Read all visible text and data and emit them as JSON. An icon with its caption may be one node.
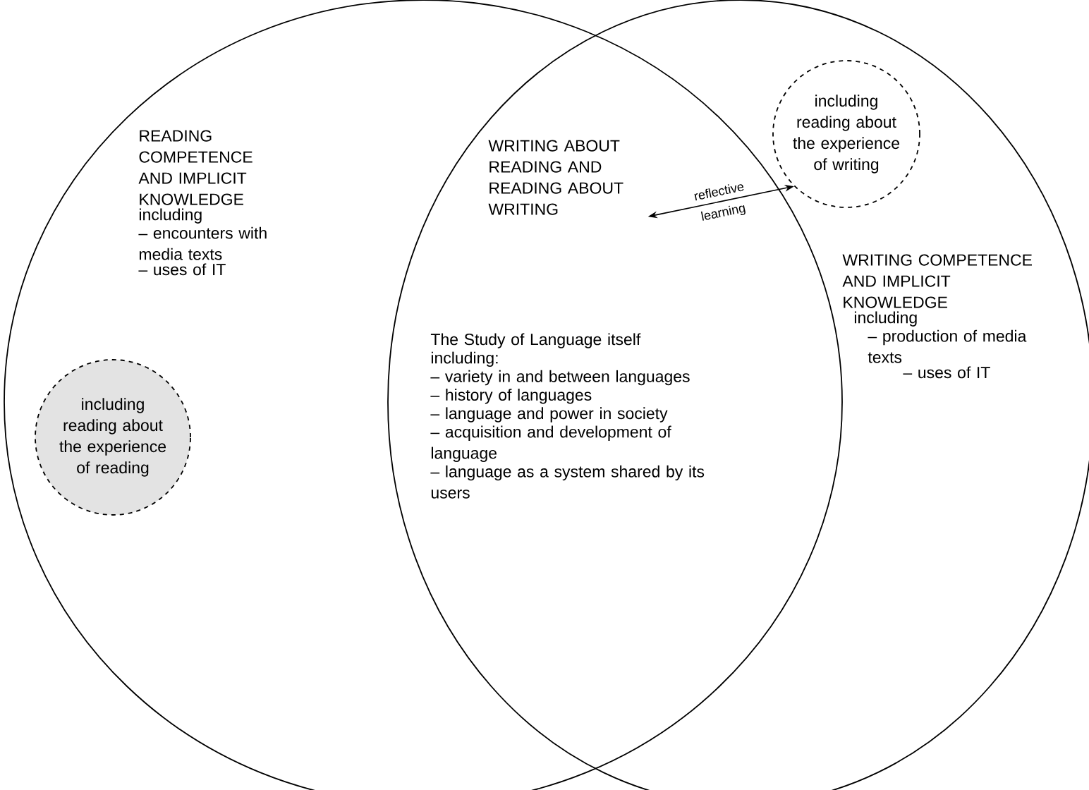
{
  "diagram": {
    "nodes": [
      {
        "text": [
          "READING COMPETENCE AND IMPLICIT KNOWLEDGE",
          "including",
          "– encounters with media texts",
          "– uses of IT"
        ]
      },
      {
        "text": [
          "WRITING COMPETENCE AND IMPLICIT KNOWLEDGE",
          "including",
          "– production of media texts",
          "– uses of IT"
        ]
      },
      {
        "text": [
          "WRITING ABOUT READING AND READING ABOUT WRITING"
        ]
      },
      {
        "text": [
          "including reading about the experience of writing"
        ],
        "in": 1
      },
      {
        "text": [
          "including reading about the experience of reading"
        ],
        "in": 0
      }
    ],
    "edges": [
      {
        "from": 2,
        "to": 3,
        "arrow": "both",
        "label": "reflective"
      }
    ],
    "labels": [
      "learning",
      "The Study of Language itself",
      "including:",
      "– variety in and between languages",
      "– history of languages",
      "– language and power in society",
      "– acquisition and development of language",
      "– language as a system shared by its users"
    ]
  }
}
